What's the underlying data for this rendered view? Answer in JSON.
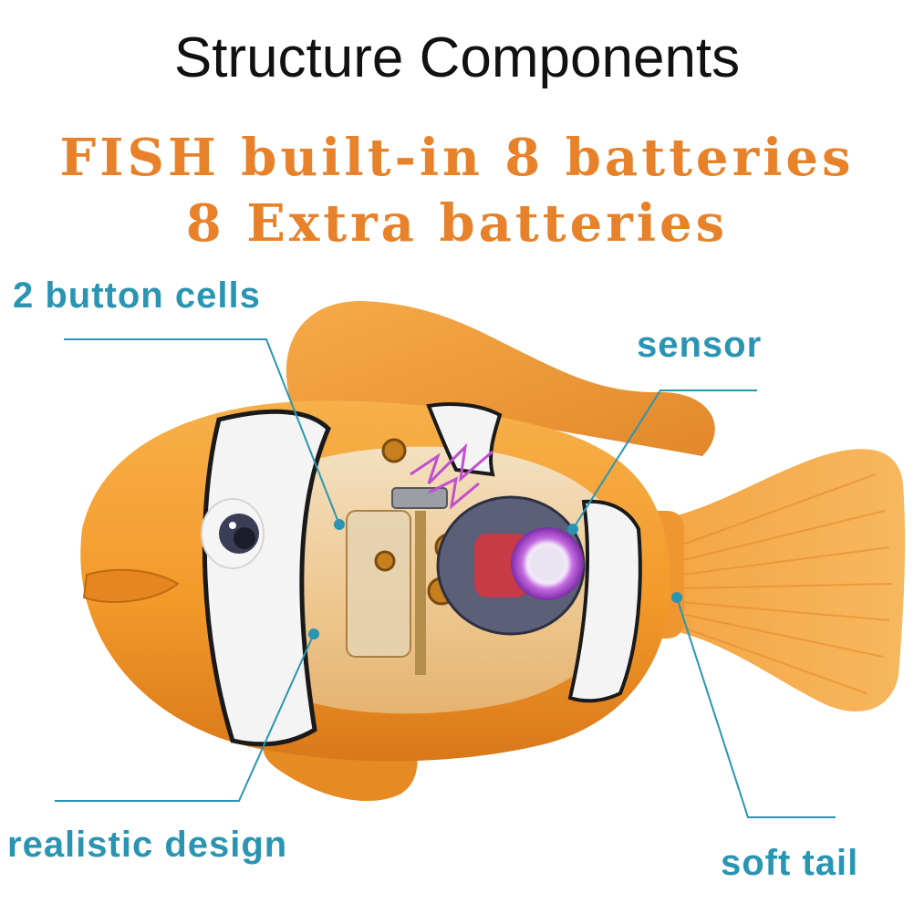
{
  "title": "Structure Components",
  "subtitle_line1": "FISH built-in 8 batteries",
  "subtitle_line2": "8 Extra batteries",
  "callouts": {
    "button_cells": "2 button cells",
    "sensor": "sensor",
    "realistic_design": "realistic design",
    "soft_tail": "soft tail"
  },
  "colors": {
    "title": "#111111",
    "subtitle": "#e8822a",
    "callout": "#2a95b3",
    "fish_orange": "#f39a2a",
    "fish_dark": "#d97a14",
    "stripe_white": "#f4f4f4",
    "sensor_ring": "#b24fd1"
  }
}
